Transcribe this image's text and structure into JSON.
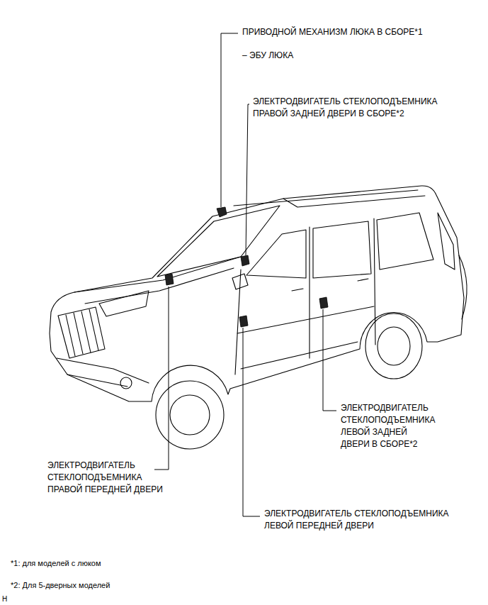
{
  "diagram": {
    "labels": [
      "ПРИВОДНОЙ МЕХАНИЗМ ЛЮКА В СБОРЕ*1",
      "– ЭБУ ЛЮКА",
      "ЭЛЕКТРОДВИГАТЕЛЬ СТЕКЛОПОДЪЕМНИКА ПРАВОЙ ЗАДНЕЙ ДВЕРИ В СБОРЕ*2",
      "ЭЛЕКТРОДВИГАТЕЛЬ СТЕКЛОПОДЪЕМНИКА ЛЕВОЙ ЗАДНЕЙ ДВЕРИ В СБОРЕ*2",
      "ЭЛЕКТРОДВИГАТЕЛЬ СТЕКЛОПОДЪЕМНИКА ПРАВОЙ ПЕРЕДНЕЙ ДВЕРИ",
      "ЭЛЕКТРОДВИГАТЕЛЬ СТЕКЛОПОДЪЕМНИКА ЛЕВОЙ ПЕРЕДНЕЙ ДВЕРИ",
      "*1: для моделей с люком",
      "*2: Для 5-дверных моделей",
      "H"
    ]
  }
}
